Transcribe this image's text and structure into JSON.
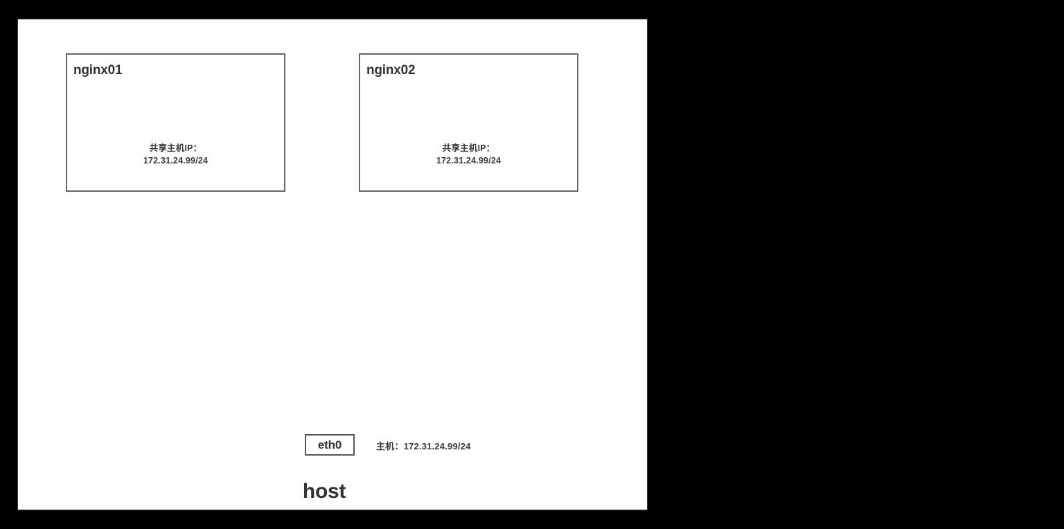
{
  "diagram": {
    "host": {
      "title": "host",
      "interface": {
        "name": "eth0"
      },
      "ip_annotation": "主机：172.31.24.99/24"
    },
    "containers": [
      {
        "name": "nginx01",
        "ip_label": "共享主机IP：",
        "ip_value": "172.31.24.99/24"
      },
      {
        "name": "nginx02",
        "ip_label": "共享主机IP：",
        "ip_value": "172.31.24.99/24"
      }
    ]
  },
  "colors": {
    "background": "#000000",
    "canvas": "#ffffff",
    "box_border": "#666666",
    "text": "#333333"
  }
}
